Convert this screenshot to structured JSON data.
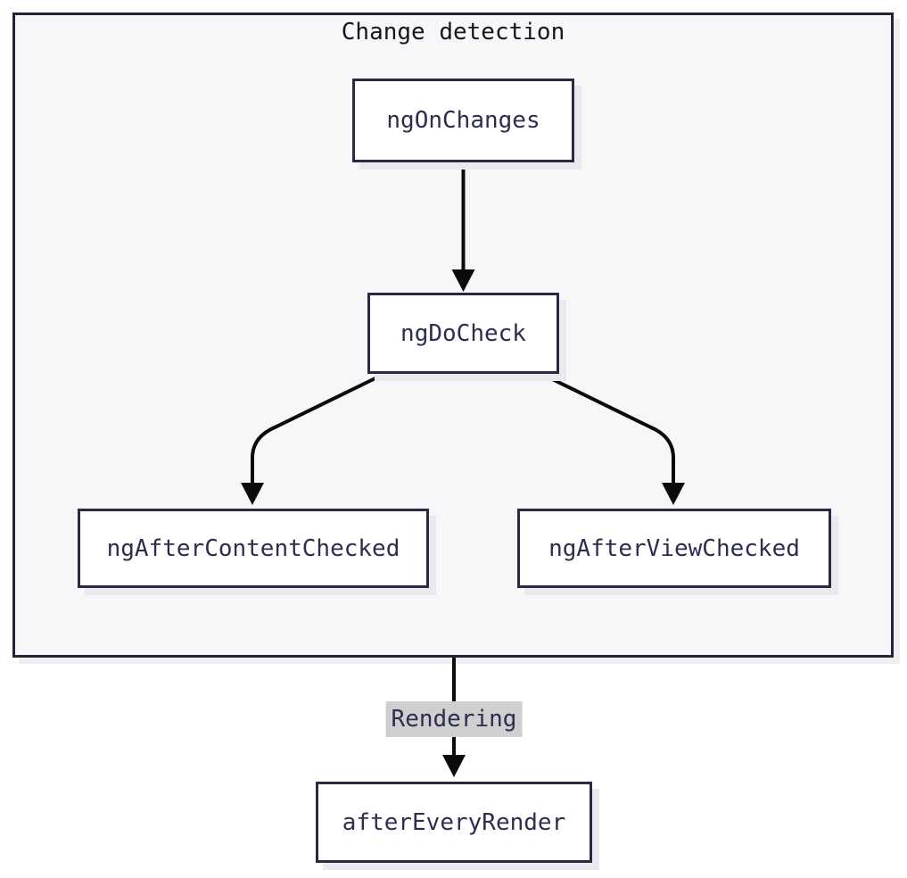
{
  "diagram": {
    "type": "flowchart",
    "group": {
      "title": "Change detection"
    },
    "nodes": {
      "ngOnChanges": {
        "label": "ngOnChanges"
      },
      "ngDoCheck": {
        "label": "ngDoCheck"
      },
      "ngAfterContentChecked": {
        "label": "ngAfterContentChecked"
      },
      "ngAfterViewChecked": {
        "label": "ngAfterViewChecked"
      },
      "afterEveryRender": {
        "label": "afterEveryRender"
      }
    },
    "edges": [
      {
        "from": "ngOnChanges",
        "to": "ngDoCheck",
        "label": ""
      },
      {
        "from": "ngDoCheck",
        "to": "ngAfterContentChecked",
        "label": ""
      },
      {
        "from": "ngDoCheck",
        "to": "ngAfterViewChecked",
        "label": ""
      },
      {
        "from": "Change detection group",
        "to": "afterEveryRender",
        "label": "Rendering"
      }
    ],
    "colors": {
      "page_background": "#ffffff",
      "group_background": "#f7f7f9",
      "group_border": "#242438",
      "node_background": "#ffffff",
      "node_border": "#2b2a44",
      "node_text": "#2d2d50",
      "title_text": "#15151f",
      "edge_stroke": "#0b0b0b",
      "edge_label_background": "#cfcfcf",
      "node_shadow": "#e9e9ee",
      "group_shadow": "#efeff1"
    }
  }
}
